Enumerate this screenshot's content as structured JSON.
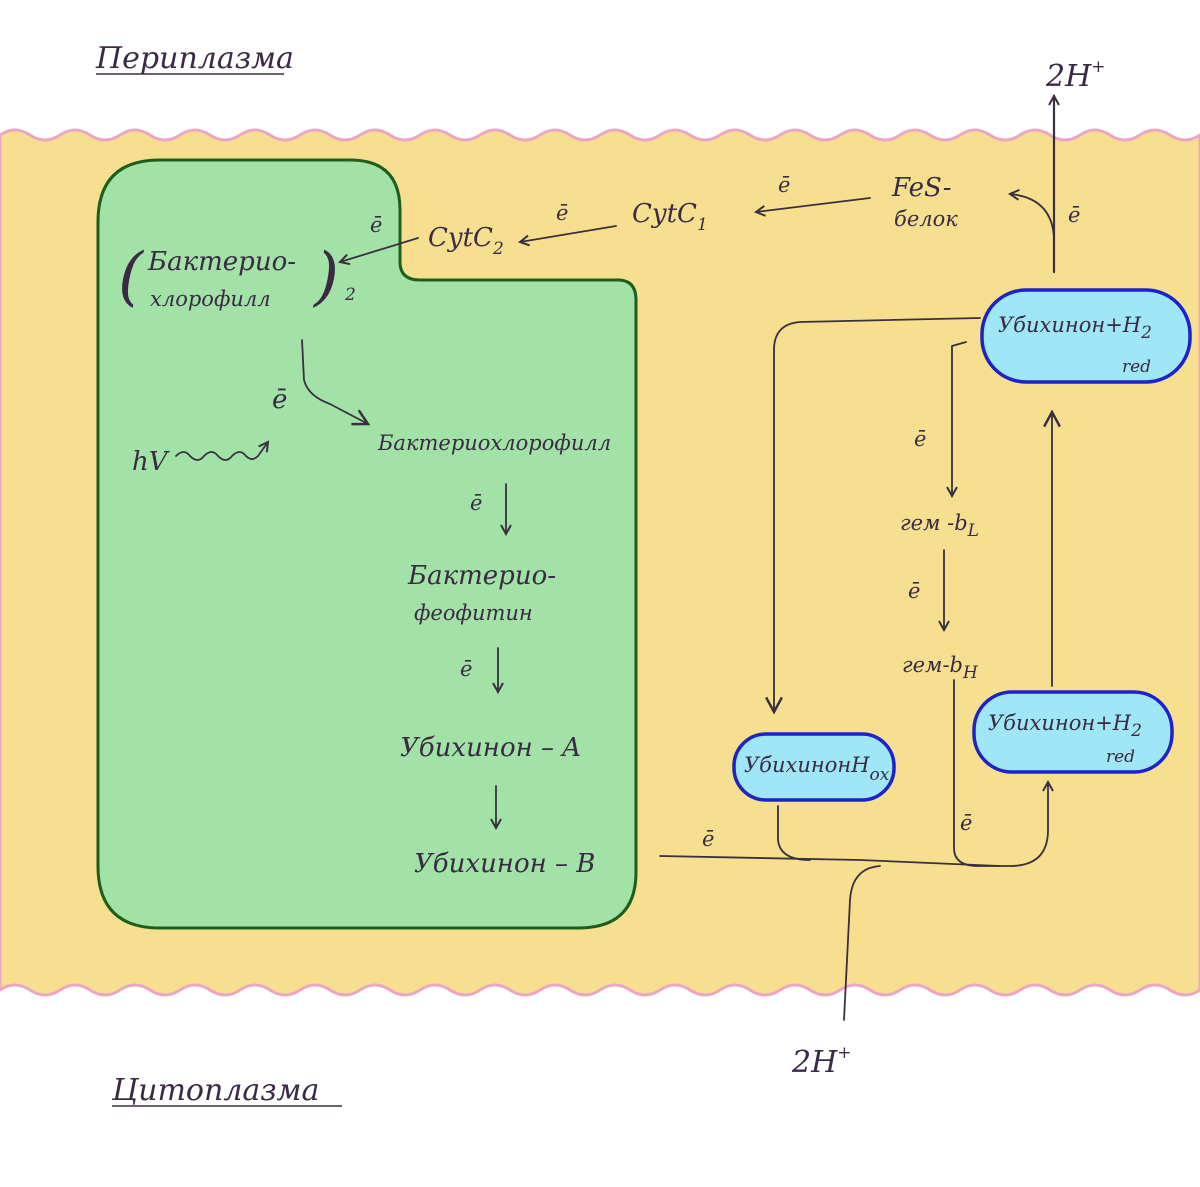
{
  "compartments": {
    "periplasm": "Периплазма",
    "cytoplasm": "Цитоплазма"
  },
  "reaction_center": {
    "dimer": "Бактерио-",
    "dimer_line2": "хлорофилл",
    "dimer_subscript": "2",
    "light": "hV",
    "electron": "ē",
    "bchl": "Бактериохлорофилл",
    "bphe": "Бактерио-",
    "bphe_line2": "феофитин",
    "qa": "Убихинон – A",
    "qb": "Убихинон – B"
  },
  "chain": {
    "cytc2": "CytC",
    "cytc2_sub": "2",
    "cytc1": "CytC",
    "cytc1_sub": "1",
    "fes": "FeS-",
    "fes_line2": "белок",
    "ubiquinol_top": "Убихинон+H",
    "ubiquinol_top_sub": "2",
    "red": "red",
    "hem_bl": "гем -b",
    "hem_bl_sub": "L",
    "hem_bh": "гем-b",
    "hem_bh_sub": "H",
    "ubiquinone_ox": "УбихинонH",
    "ox": "ox",
    "ubiquinol_bottom": "Убихинон+H",
    "ubiquinol_bottom_sub": "2",
    "electron": "ē"
  },
  "protons": {
    "top": "2H",
    "top_sup": "+",
    "bottom": "2H",
    "bottom_sup": "+"
  },
  "colors": {
    "membrane": "#f6e08f",
    "membrane_edge": "#eaa6c4",
    "rc_fill": "#a2e2a6",
    "rc_edge": "#1d5e1d",
    "pill_fill": "#9fe6f7",
    "pill_edge": "#1f22c8",
    "ink": "#3a2f3f"
  }
}
